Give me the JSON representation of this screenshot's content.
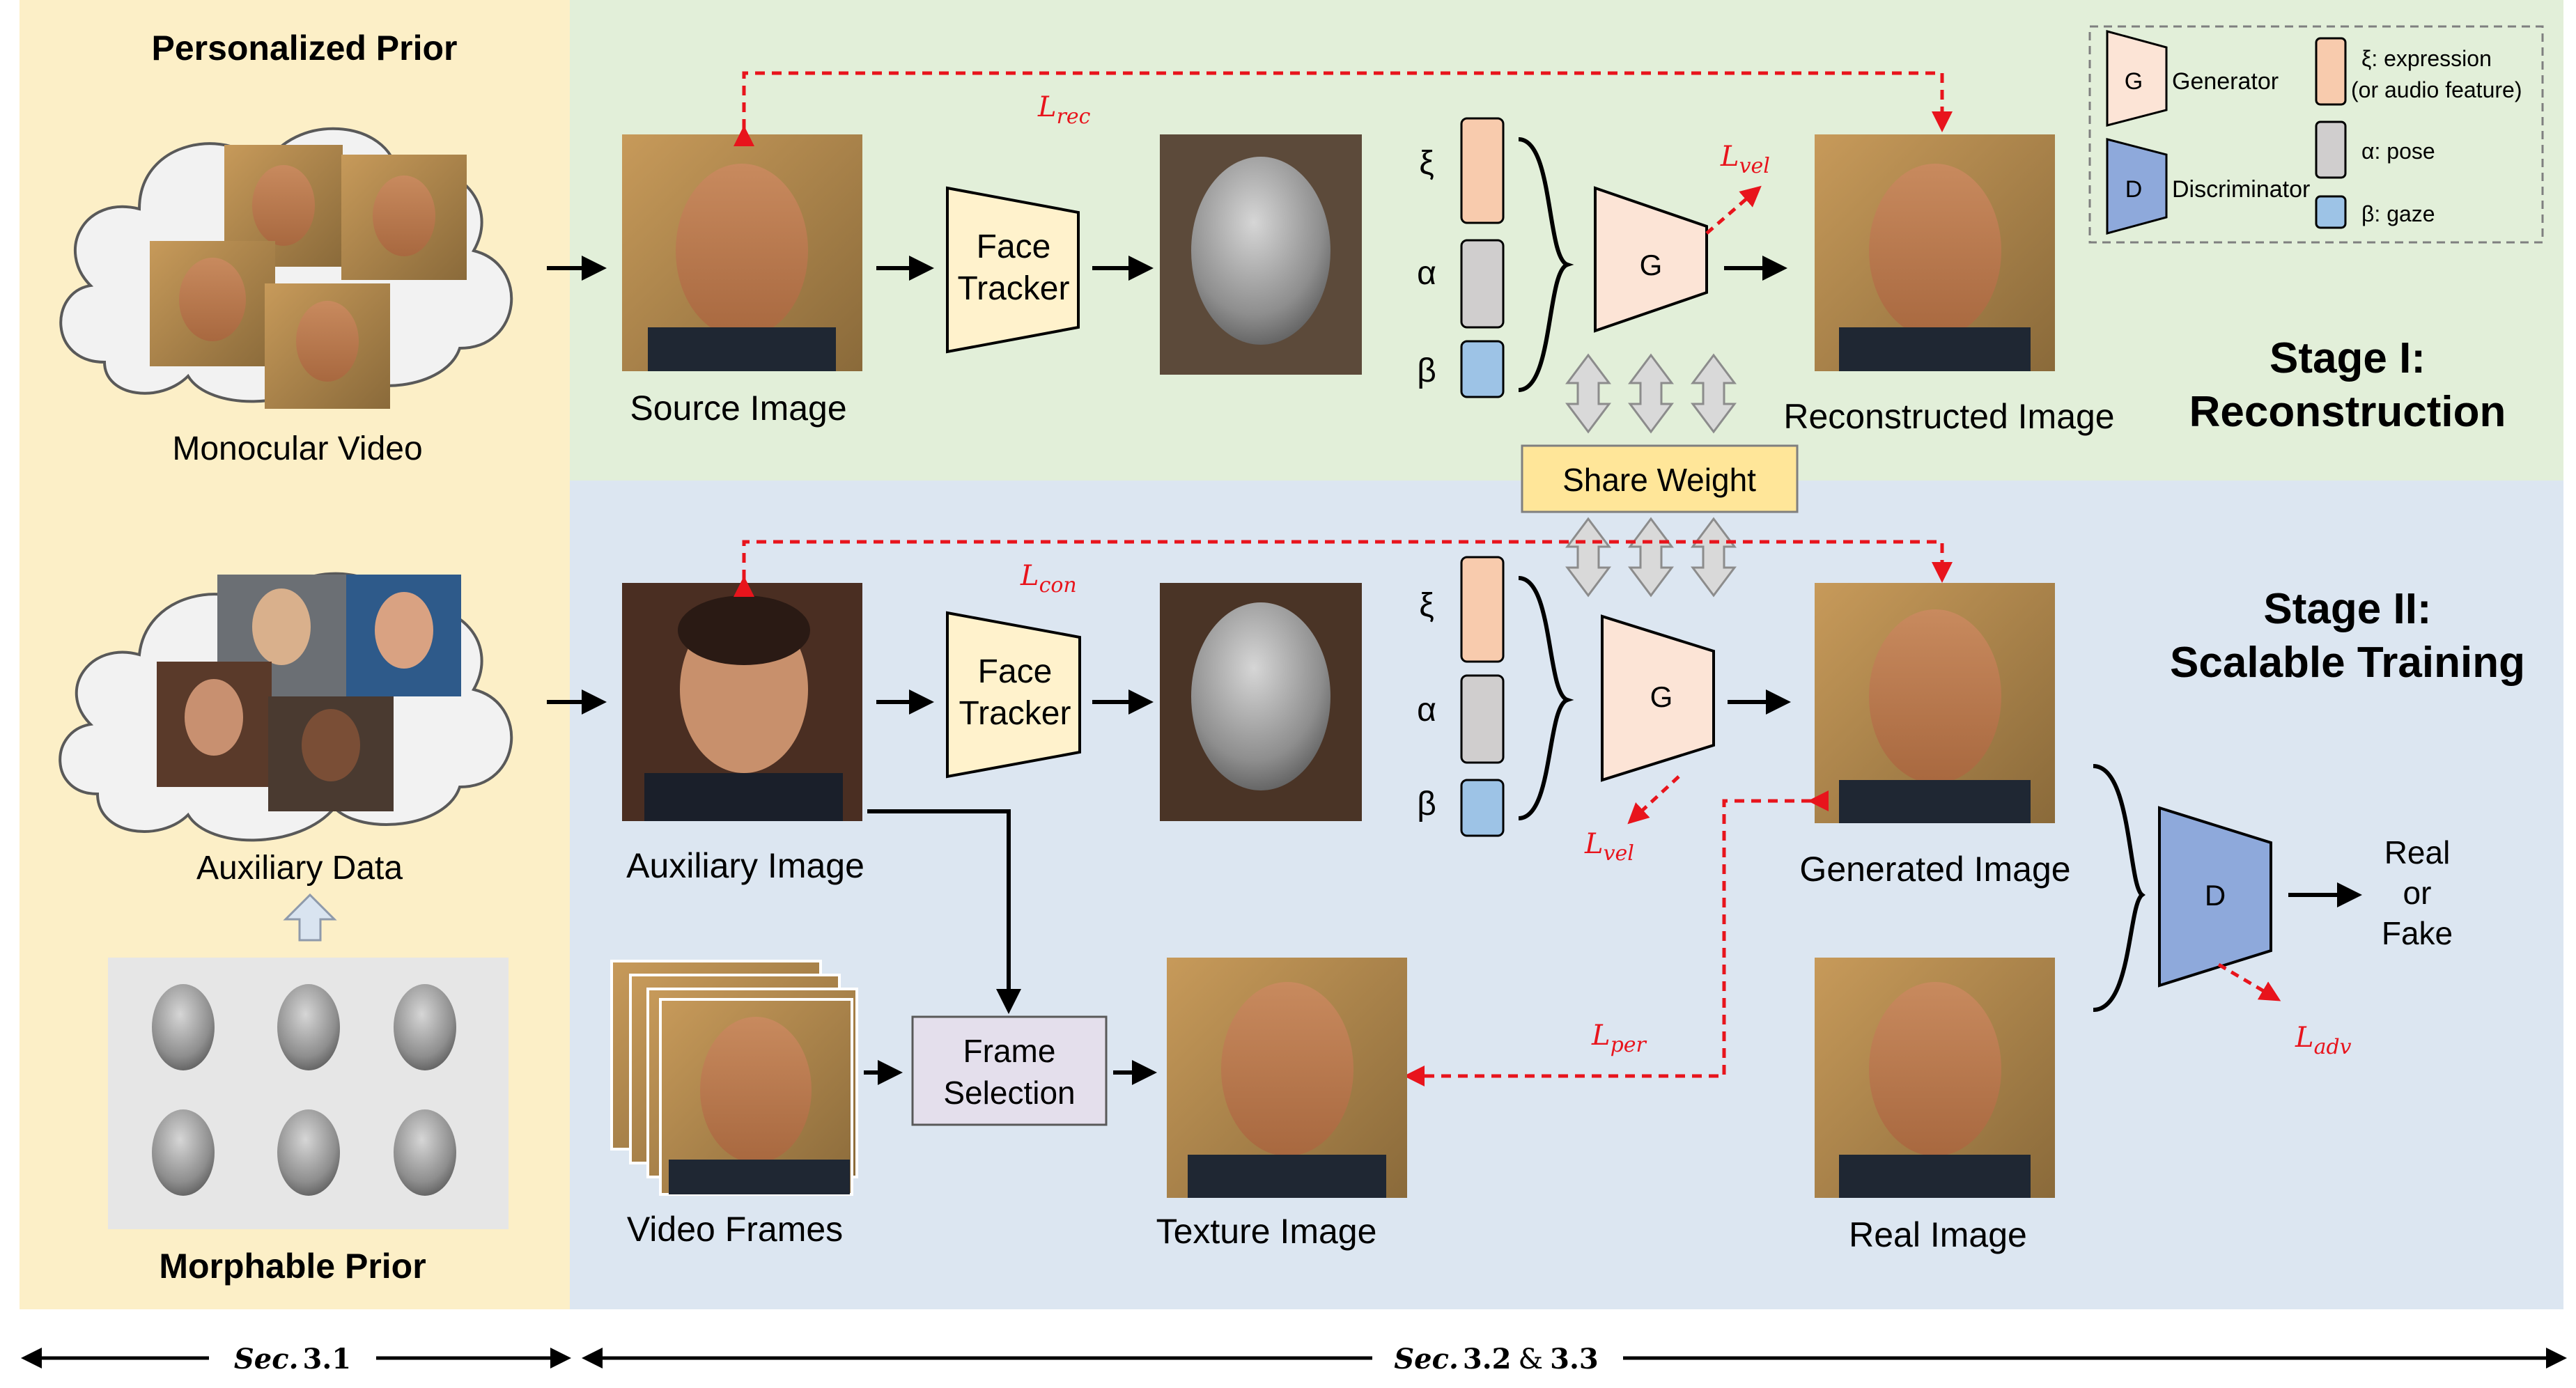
{
  "left_panel": {
    "personalized_prior": "Personalized Prior",
    "monocular_video": "Monocular Video",
    "auxiliary_data": "Auxiliary Data",
    "morphable_prior": "Morphable Prior"
  },
  "stage1": {
    "source_image": "Source Image",
    "face_tracker_line1": "Face",
    "face_tracker_line2": "Tracker",
    "generator": "G",
    "reconstructed_image": "Reconstructed Image",
    "title_line1": "Stage I:",
    "title_line2": "Reconstruction"
  },
  "stage2": {
    "auxiliary_image": "Auxiliary Image",
    "face_tracker_line1": "Face",
    "face_tracker_line2": "Tracker",
    "generator": "G",
    "generated_image": "Generated Image",
    "real_image": "Real Image",
    "discriminator": "D",
    "output_line1": "Real",
    "output_line2": "or",
    "output_line3": "Fake",
    "video_frames": "Video Frames",
    "frame_selection_line1": "Frame",
    "frame_selection_line2": "Selection",
    "texture_image": "Texture Image",
    "title_line1": "Stage II:",
    "title_line2": "Scalable Training"
  },
  "share_weight": "Share Weight",
  "param_symbols": {
    "xi": "ξ",
    "alpha": "α",
    "beta": "β"
  },
  "losses": {
    "rec": {
      "base": "L",
      "sub": "rec"
    },
    "vel": {
      "base": "L",
      "sub": "vel"
    },
    "con": {
      "base": "L",
      "sub": "con"
    },
    "per": {
      "base": "L",
      "sub": "per"
    },
    "adv": {
      "base": "L",
      "sub": "adv"
    }
  },
  "legend": {
    "generator_symbol": "G",
    "generator_label": "Generator",
    "discriminator_symbol": "D",
    "discriminator_label": "Discriminator",
    "expression_line1": "ξ: expression",
    "expression_line2": "(or audio feature)",
    "pose": "α: pose",
    "gaze": "β: gaze"
  },
  "bottom": {
    "sec31_italic": "Sec.",
    "sec31_number": "3.1",
    "sec3233_italic": "Sec.",
    "sec3233_number_a": "3.2",
    "sec3233_amp": "&",
    "sec3233_number_b": "3.3"
  },
  "colors": {
    "left_bg": "#fcefc7",
    "stage1_bg": "#e2efd9",
    "stage2_bg": "#dce6f1",
    "generator_fill": "#fce4d6",
    "discriminator_fill": "#8ea9db",
    "tracker_fill": "#fff2cc",
    "frame_selection_fill": "#e4dfec",
    "share_weight_fill": "#ffe699",
    "expression_fill": "#f8cbad",
    "pose_fill": "#d0cece",
    "gaze_fill": "#9dc3e6",
    "loss_red": "#e8141c"
  },
  "icons": [
    "face-photo",
    "3d-face-mesh",
    "cloud",
    "trapezoid-generator",
    "trapezoid-discriminator"
  ]
}
